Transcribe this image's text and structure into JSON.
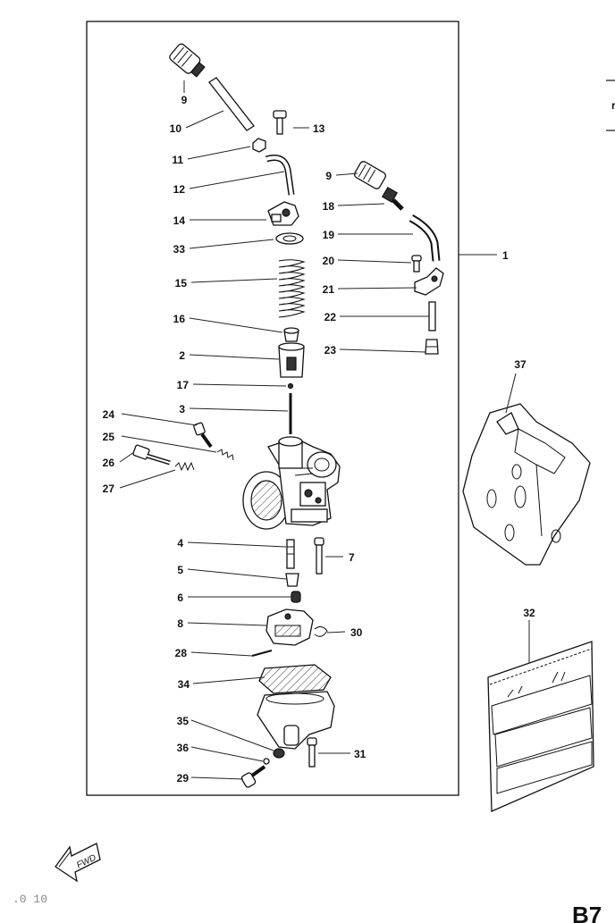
{
  "callouts": {
    "c1": "1",
    "c2": "2",
    "c3": "3",
    "c4": "4",
    "c5": "5",
    "c6": "6",
    "c7": "7",
    "c8": "8",
    "c9a": "9",
    "c9b": "9",
    "c10": "10",
    "c11": "11",
    "c12": "12",
    "c13": "13",
    "c14": "14",
    "c15": "15",
    "c16": "16",
    "c17": "17",
    "c18": "18",
    "c19": "19",
    "c20": "20",
    "c21": "21",
    "c22": "22",
    "c23": "23",
    "c24": "24",
    "c25": "25",
    "c26": "26",
    "c27": "27",
    "c28": "28",
    "c29": "29",
    "c30": "30",
    "c31": "31",
    "c32": "32",
    "c33": "33",
    "c34": "34",
    "c35": "35",
    "c36": "36",
    "c37": "37"
  },
  "fwd_label": "FWD",
  "corner_text": "B7",
  "image_code": ".0 10",
  "icons": [
    "fwd-arrow-icon"
  ]
}
